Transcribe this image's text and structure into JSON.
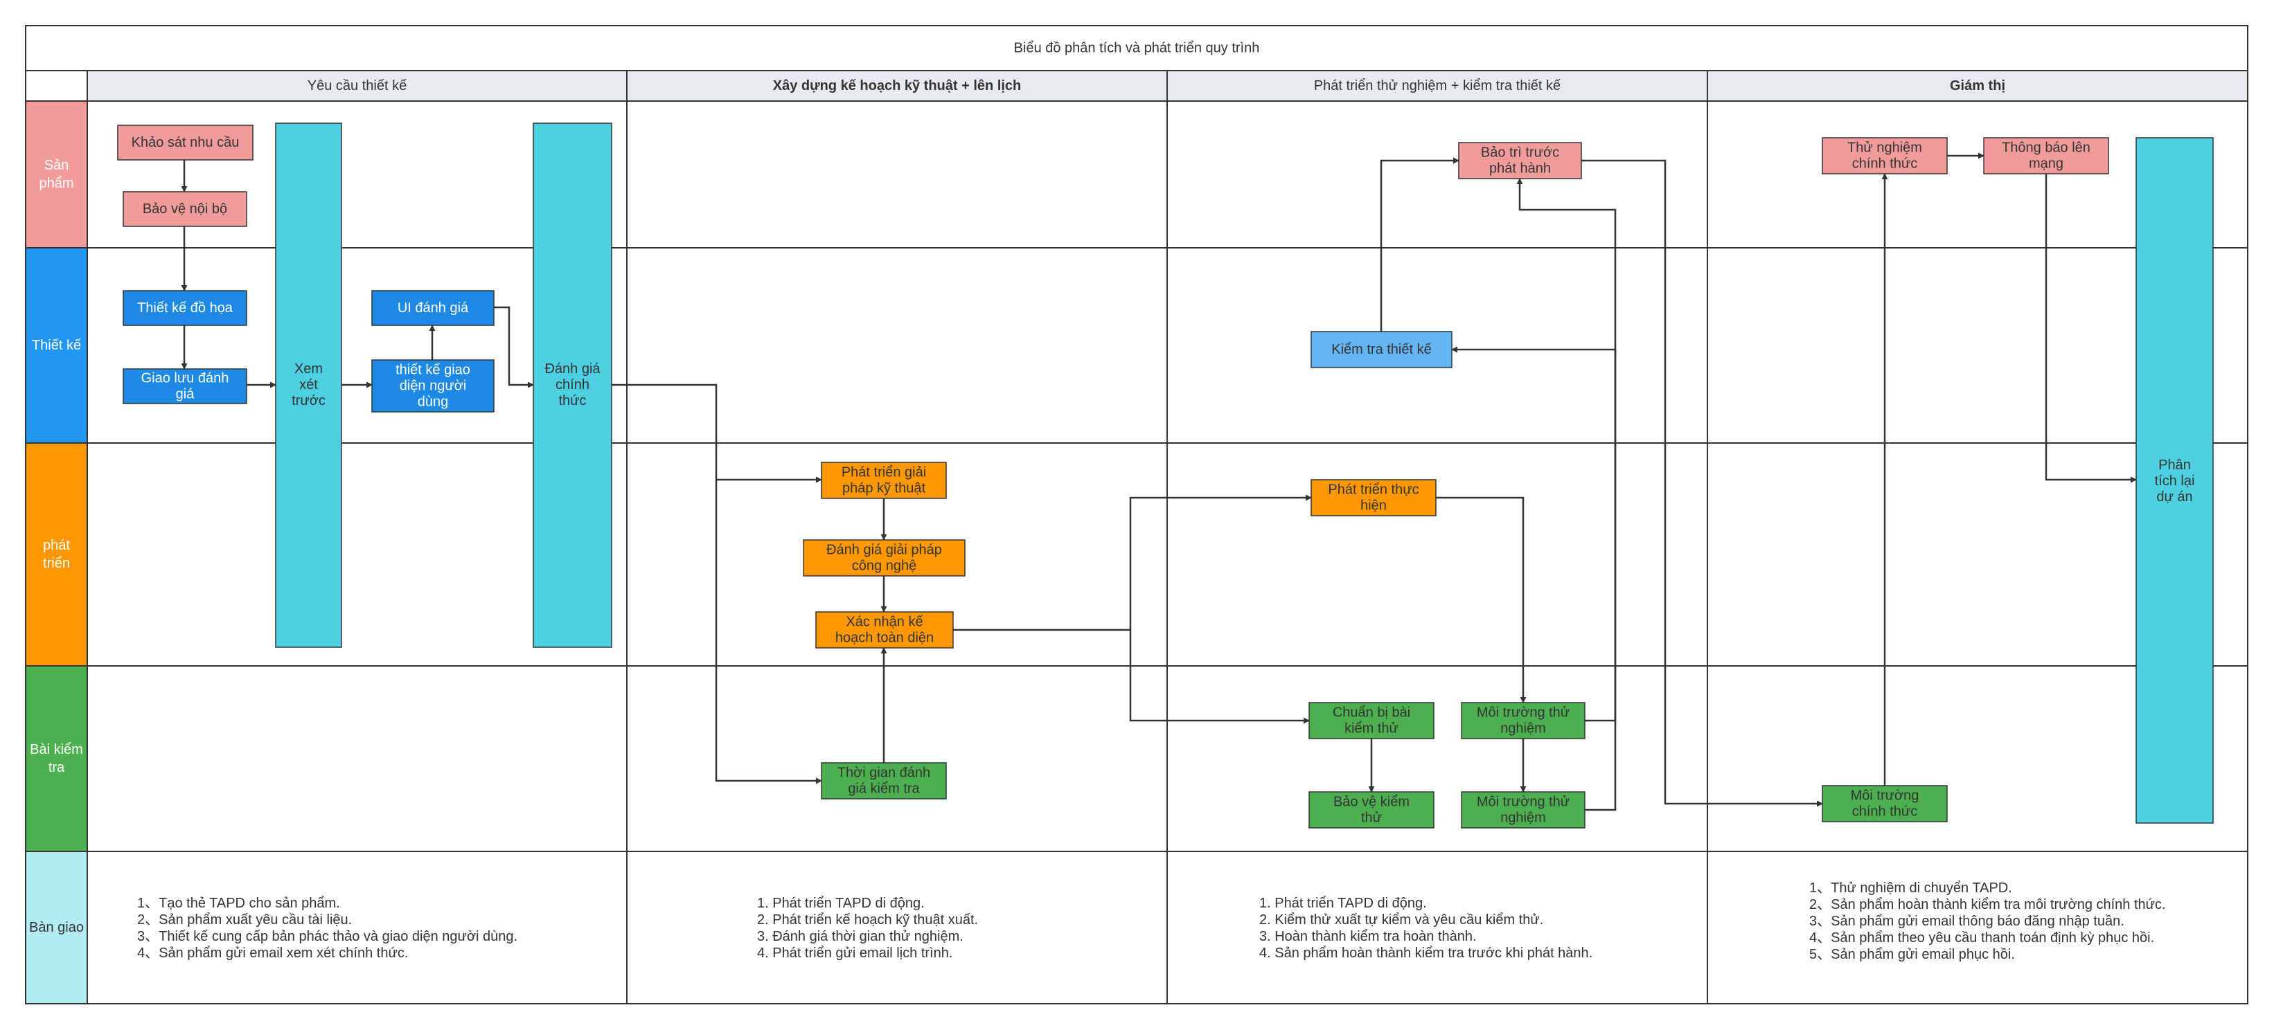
{
  "title": "Biểu đồ phân tích và phát triển quy trình",
  "colors": {
    "lane_product": "#f29b9b",
    "lane_design": "#2196f3",
    "lane_dev": "#ff9800",
    "lane_test": "#4caf50",
    "lane_handover": "#b3ebf2",
    "node_pink": "#f29b9b",
    "node_blue": "#1e88e5",
    "node_lightblue": "#64b5f6",
    "node_orange": "#ff9800",
    "node_green": "#4caf50",
    "node_cyan": "#4dd0e1",
    "header_bg": "#e8ebee",
    "line": "#333333"
  },
  "phases": [
    {
      "id": "phase-1",
      "label": "Yêu cầu thiết kế",
      "bold": false
    },
    {
      "id": "phase-2",
      "label": "Xây dựng kế hoạch kỹ thuật + lên lịch",
      "bold": true
    },
    {
      "id": "phase-3",
      "label": "Phát triển thử nghiệm + kiểm tra thiết kế",
      "bold": false
    },
    {
      "id": "phase-4",
      "label": "Giám thị",
      "bold": true
    }
  ],
  "lanes": [
    {
      "id": "product",
      "lines": [
        "Sản",
        "phẩm"
      ],
      "color": "#f29b9b",
      "text_color": "#ffffff"
    },
    {
      "id": "design",
      "lines": [
        "Thiết kế"
      ],
      "color": "#2196f3",
      "text_color": "#ffffff"
    },
    {
      "id": "dev",
      "lines": [
        "phát",
        "triển"
      ],
      "color": "#ff9800",
      "text_color": "#ffffff"
    },
    {
      "id": "test",
      "lines": [
        "Bài kiểm",
        "tra"
      ],
      "color": "#4caf50",
      "text_color": "#ffffff"
    },
    {
      "id": "handover",
      "lines": [
        "Bàn giao"
      ],
      "color": "#b3ebf2",
      "text_color": "#333333"
    }
  ],
  "nodes": [
    {
      "id": "khao-sat",
      "lines": [
        "Khảo sát nhu cầu"
      ],
      "kind": "pink"
    },
    {
      "id": "bao-ve-noi-bo",
      "lines": [
        "Bảo vệ nội bộ"
      ],
      "kind": "pink"
    },
    {
      "id": "thiet-ke-do-hoa",
      "lines": [
        "Thiết kế đồ họa"
      ],
      "kind": "blue"
    },
    {
      "id": "giao-luu",
      "lines": [
        "Giao lưu đánh",
        "giá"
      ],
      "kind": "blue"
    },
    {
      "id": "xem-xet-truoc",
      "lines": [
        "Xem",
        "xét",
        "trước"
      ],
      "kind": "cyan"
    },
    {
      "id": "ui-danh-gia",
      "lines": [
        "UI đánh giá"
      ],
      "kind": "blue"
    },
    {
      "id": "thiet-ke-giao-dien",
      "lines": [
        "thiết kế giao",
        "diện người",
        "dùng"
      ],
      "kind": "blue"
    },
    {
      "id": "danh-gia-chinh-thuc",
      "lines": [
        "Đánh giá",
        "chính",
        "thức"
      ],
      "kind": "cyan"
    },
    {
      "id": "phat-trien-giai-phap",
      "lines": [
        "Phát triển giải",
        "pháp kỹ thuật"
      ],
      "kind": "orange"
    },
    {
      "id": "danh-gia-giai-phap",
      "lines": [
        "Đánh giá giải pháp",
        "công nghệ"
      ],
      "kind": "orange"
    },
    {
      "id": "xac-nhan-ke-hoach",
      "lines": [
        "Xác nhận kế",
        "hoạch toàn diện"
      ],
      "kind": "orange"
    },
    {
      "id": "thoi-gian-danh-gia",
      "lines": [
        "Thời gian đánh",
        "giá kiểm tra"
      ],
      "kind": "green"
    },
    {
      "id": "bao-tri-truoc",
      "lines": [
        "Bảo trì trước",
        "phát hành"
      ],
      "kind": "pink"
    },
    {
      "id": "kiem-tra-thiet-ke",
      "lines": [
        "Kiểm tra thiết kế"
      ],
      "kind": "lightblue"
    },
    {
      "id": "phat-trien-thuc-hien",
      "lines": [
        "Phát triển thực",
        "hiện"
      ],
      "kind": "orange"
    },
    {
      "id": "chuan-bi-bai",
      "lines": [
        "Chuẩn bị bài",
        "kiểm thử"
      ],
      "kind": "green"
    },
    {
      "id": "moi-truong-1",
      "lines": [
        "Môi trường thử",
        "nghiệm"
      ],
      "kind": "green"
    },
    {
      "id": "bao-ve-kiem-thu",
      "lines": [
        "Bảo vệ kiểm",
        "thử"
      ],
      "kind": "green"
    },
    {
      "id": "moi-truong-2",
      "lines": [
        "Môi trường thử",
        "nghiệm"
      ],
      "kind": "green"
    },
    {
      "id": "thu-nghiem-chinh-thuc",
      "lines": [
        "Thử nghiệm",
        "chính thức"
      ],
      "kind": "pink"
    },
    {
      "id": "thong-bao-len-mang",
      "lines": [
        "Thông báo lên",
        "mạng"
      ],
      "kind": "pink"
    },
    {
      "id": "moi-truong-chinh-thuc",
      "lines": [
        "Môi trường",
        "chính thức"
      ],
      "kind": "green"
    },
    {
      "id": "phan-tich-lai",
      "lines": [
        "Phân",
        "tích lại",
        "dự án"
      ],
      "kind": "cyan"
    }
  ],
  "handover": [
    [
      "1、Tạo thẻ TAPD cho sản phẩm.",
      "2、Sản phẩm xuất yêu cầu tài liệu.",
      "3、Thiết kế cung cấp bản phác thảo và giao diện người dùng.",
      "4、Sản phẩm gửi email xem xét chính thức."
    ],
    [
      "1. Phát triển TAPD di động.",
      "2. Phát triển kế hoạch kỹ thuật xuất.",
      "3. Đánh giá thời gian thử nghiệm.",
      "4. Phát triển gửi email lịch trình."
    ],
    [
      "1. Phát triển TAPD di động.",
      "2. Kiểm thử xuất tự kiểm và yêu cầu kiểm thử.",
      "3. Hoàn thành kiểm tra hoàn thành.",
      "4. Sản phẩm hoàn thành kiểm tra trước khi phát hành."
    ],
    [
      "1、Thử nghiệm di chuyển TAPD.",
      "2、Sản phẩm hoàn thành kiểm tra môi trường chính thức.",
      "3、Sản phẩm gửi email thông báo đăng nhập tuần.",
      "4、Sản phẩm theo yêu cầu thanh toán định kỳ phục hồi.",
      "5、Sản phẩm gửi email phục hồi."
    ]
  ],
  "edges": [
    {
      "from": "khao-sat",
      "to": "bao-ve-noi-bo"
    },
    {
      "from": "bao-ve-noi-bo",
      "to": "thiet-ke-do-hoa"
    },
    {
      "from": "thiet-ke-do-hoa",
      "to": "giao-luu"
    },
    {
      "from": "giao-luu",
      "to": "xem-xet-truoc"
    },
    {
      "from": "xem-xet-truoc",
      "to": "thiet-ke-giao-dien"
    },
    {
      "from": "thiet-ke-giao-dien",
      "to": "ui-danh-gia"
    },
    {
      "from": "ui-danh-gia",
      "to": "danh-gia-chinh-thuc"
    },
    {
      "from": "danh-gia-chinh-thuc",
      "to": "phat-trien-giai-phap"
    },
    {
      "from": "danh-gia-chinh-thuc",
      "to": "thoi-gian-danh-gia"
    },
    {
      "from": "phat-trien-giai-phap",
      "to": "danh-gia-giai-phap"
    },
    {
      "from": "danh-gia-giai-phap",
      "to": "xac-nhan-ke-hoach"
    },
    {
      "from": "thoi-gian-danh-gia",
      "to": "xac-nhan-ke-hoach"
    },
    {
      "from": "xac-nhan-ke-hoach",
      "to": "phat-trien-thuc-hien"
    },
    {
      "from": "xac-nhan-ke-hoach",
      "to": "chuan-bi-bai"
    },
    {
      "from": "phat-trien-thuc-hien",
      "to": "moi-truong-1"
    },
    {
      "from": "chuan-bi-bai",
      "to": "bao-ve-kiem-thu"
    },
    {
      "from": "moi-truong-1",
      "to": "moi-truong-2"
    },
    {
      "from": "moi-truong-1",
      "to": "kiem-tra-thiet-ke"
    },
    {
      "from": "moi-truong-2",
      "to": "bao-tri-truoc"
    },
    {
      "from": "kiem-tra-thiet-ke",
      "to": "bao-tri-truoc"
    },
    {
      "from": "bao-tri-truoc",
      "to": "moi-truong-chinh-thuc"
    },
    {
      "from": "moi-truong-chinh-thuc",
      "to": "thu-nghiem-chinh-thuc"
    },
    {
      "from": "thu-nghiem-chinh-thuc",
      "to": "thong-bao-len-mang"
    },
    {
      "from": "thong-bao-len-mang",
      "to": "phan-tich-lai"
    }
  ]
}
